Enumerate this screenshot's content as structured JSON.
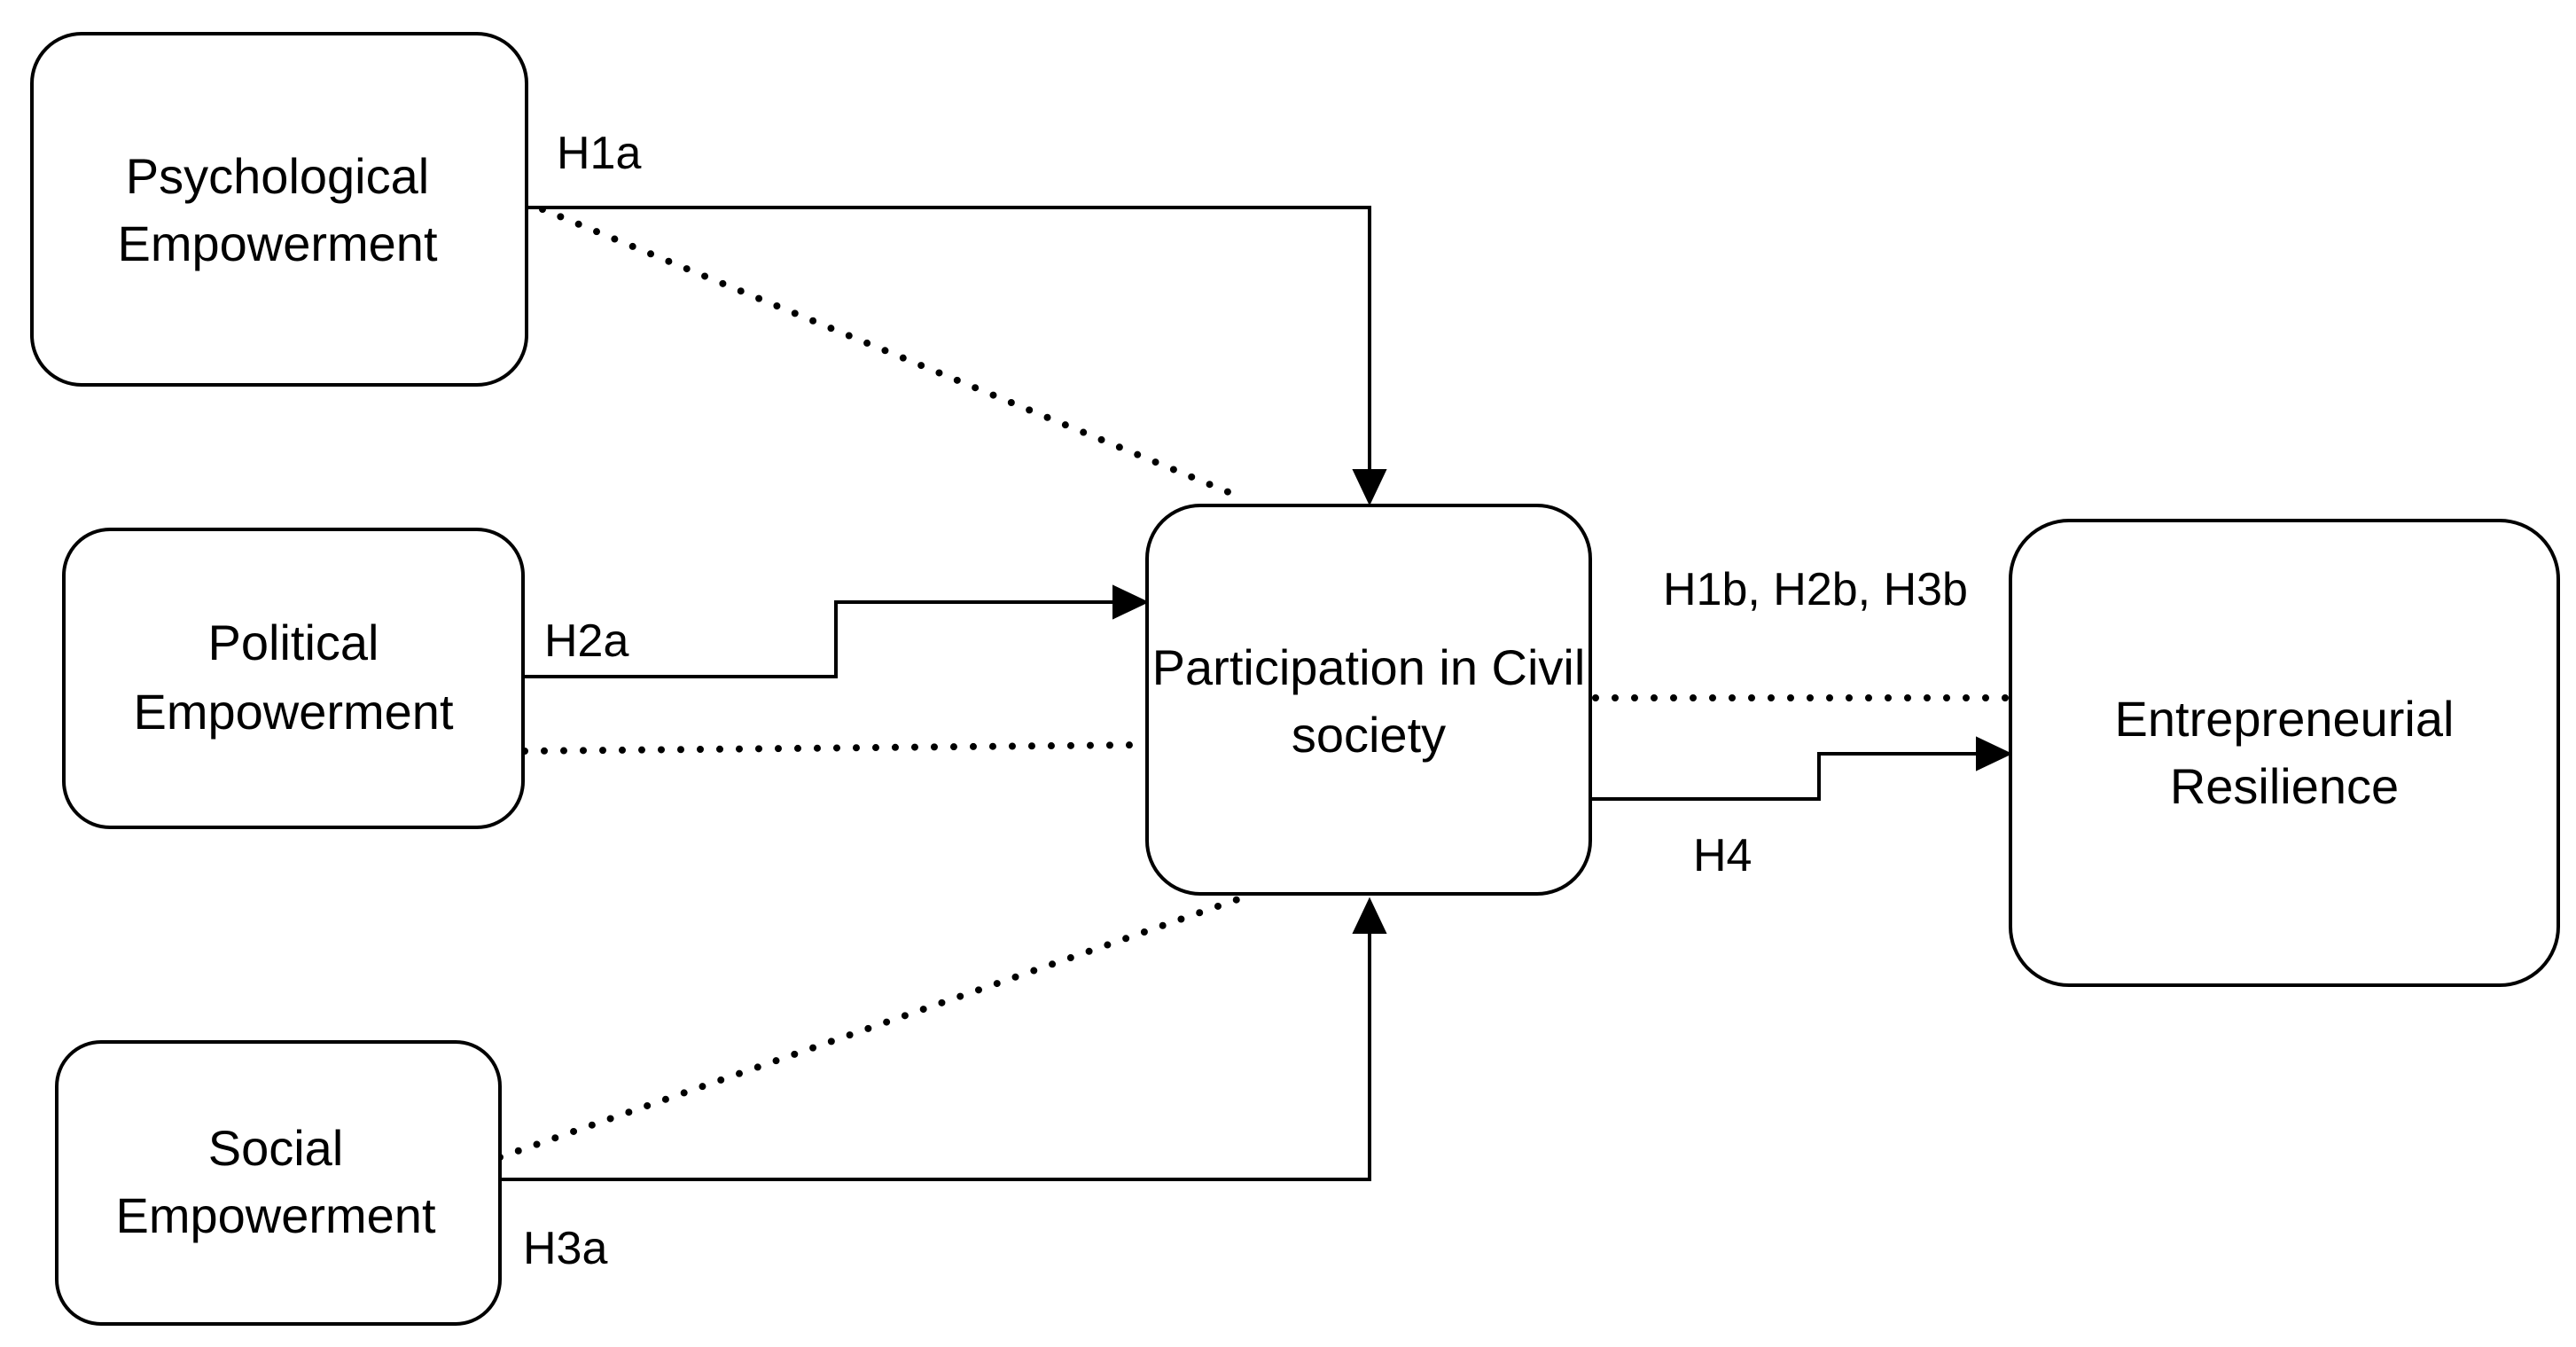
{
  "diagram": {
    "nodes": {
      "psychological": {
        "line1": "Psychological",
        "line2": "Empowerment"
      },
      "political": {
        "line1": "Political",
        "line2": "Empowerment"
      },
      "social": {
        "line1": "Social",
        "line2": "Empowerment"
      },
      "participation": {
        "line1": "Participation in Civil",
        "line2": "society"
      },
      "resilience": {
        "line1": "Entrepreneurial",
        "line2": "Resilience"
      }
    },
    "edge_labels": {
      "h1a": "H1a",
      "h2a": "H2a",
      "h3a": "H3a",
      "h1b_h2b_h3b": "H1b, H2b, H3b",
      "h4": "H4"
    },
    "colors": {
      "line": "#000000",
      "background": "#ffffff"
    }
  }
}
